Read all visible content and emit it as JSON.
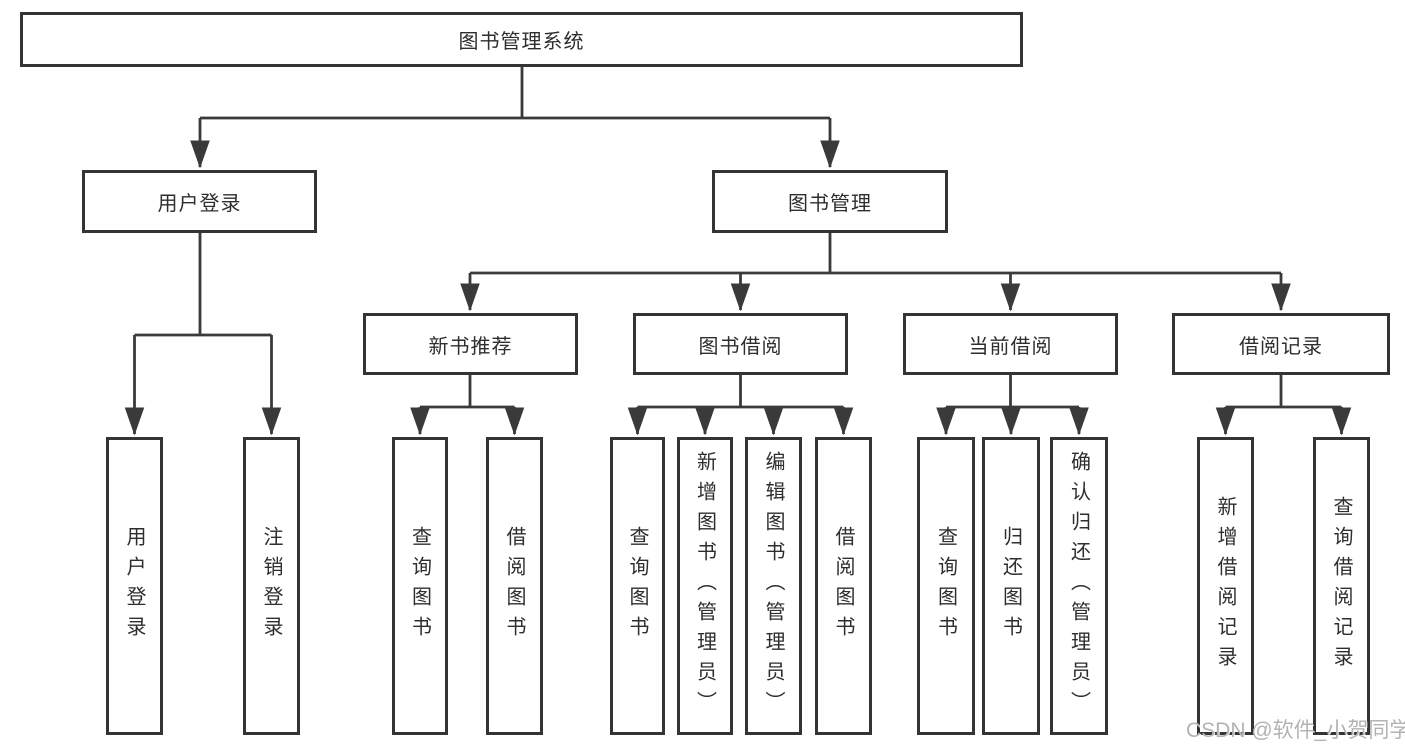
{
  "diagram": {
    "root": "图书管理系统",
    "level2": {
      "user_login": "用户登录",
      "book_management": "图书管理"
    },
    "level3": {
      "new_book_recommend": "新书推荐",
      "book_borrow": "图书借阅",
      "current_borrow": "当前借阅",
      "borrow_record": "借阅记录"
    },
    "leaves": {
      "user_login": "用户登录",
      "logout": "注销登录",
      "nbr_query_book": "查询图书",
      "nbr_borrow_book": "借阅图书",
      "bb_query_book": "查询图书",
      "bb_add_book_admin": "新增图书（管理员）",
      "bb_edit_book_admin": "编辑图书（管理员）",
      "bb_borrow_book": "借阅图书",
      "cb_query_book": "查询图书",
      "cb_return_book": "归还图书",
      "cb_confirm_return_admin": "确认归还（管理员）",
      "br_add_record": "新增借阅记录",
      "br_query_record": "查询借阅记录"
    }
  },
  "watermark": "CSDN @软件_小贺同学",
  "colors": {
    "line": "#3a3a3a",
    "box_border": "#343434",
    "text": "#2e2e2e",
    "watermark": "#b3b3b3",
    "background": "#ffffff"
  }
}
